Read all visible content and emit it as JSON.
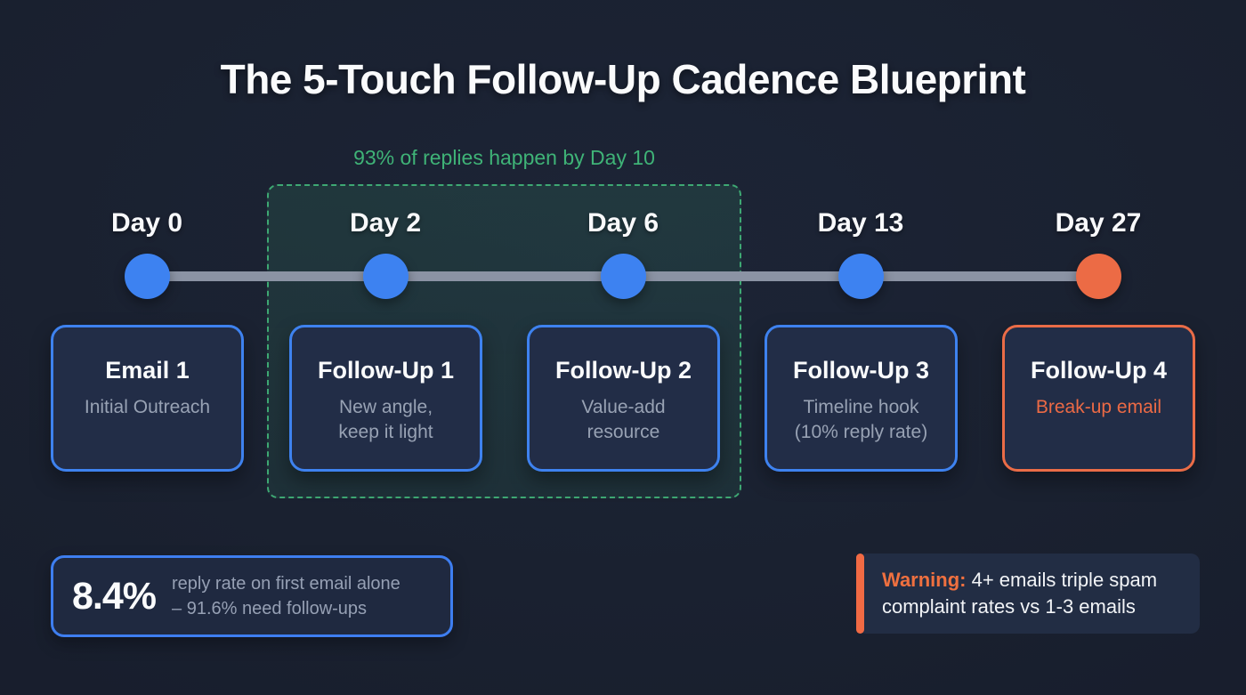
{
  "title": "The 5-Touch Follow-Up Cadence Blueprint",
  "highlight": {
    "label": "93% of replies happen by Day 10"
  },
  "timeline": {
    "touches": [
      {
        "day": "Day 0",
        "title": "Email 1",
        "subtitle": "Initial Outreach",
        "accent": "blue"
      },
      {
        "day": "Day 2",
        "title": "Follow-Up 1",
        "subtitle": "New angle,\nkeep it light",
        "accent": "blue"
      },
      {
        "day": "Day 6",
        "title": "Follow-Up 2",
        "subtitle": "Value-add\nresource",
        "accent": "blue"
      },
      {
        "day": "Day 13",
        "title": "Follow-Up 3",
        "subtitle": "Timeline hook\n(10% reply rate)",
        "accent": "blue"
      },
      {
        "day": "Day 27",
        "title": "Follow-Up 4",
        "subtitle": "Break-up email",
        "accent": "orange"
      }
    ]
  },
  "footer": {
    "stat": {
      "value": "8.4%",
      "description": "reply rate on first email alone – 91.6% need follow-ups"
    },
    "warning": {
      "label": "Warning:",
      "text": " 4+ emails triple spam complaint rates vs 1-3 emails"
    }
  },
  "colors": {
    "background": "#1a2130",
    "card_background": "#222d47",
    "accent_blue": "#3e82ef",
    "accent_orange": "#ec6b45",
    "green": "#3fb377",
    "timeline_line": "#8b93a4",
    "muted_text": "#98a2b4"
  }
}
